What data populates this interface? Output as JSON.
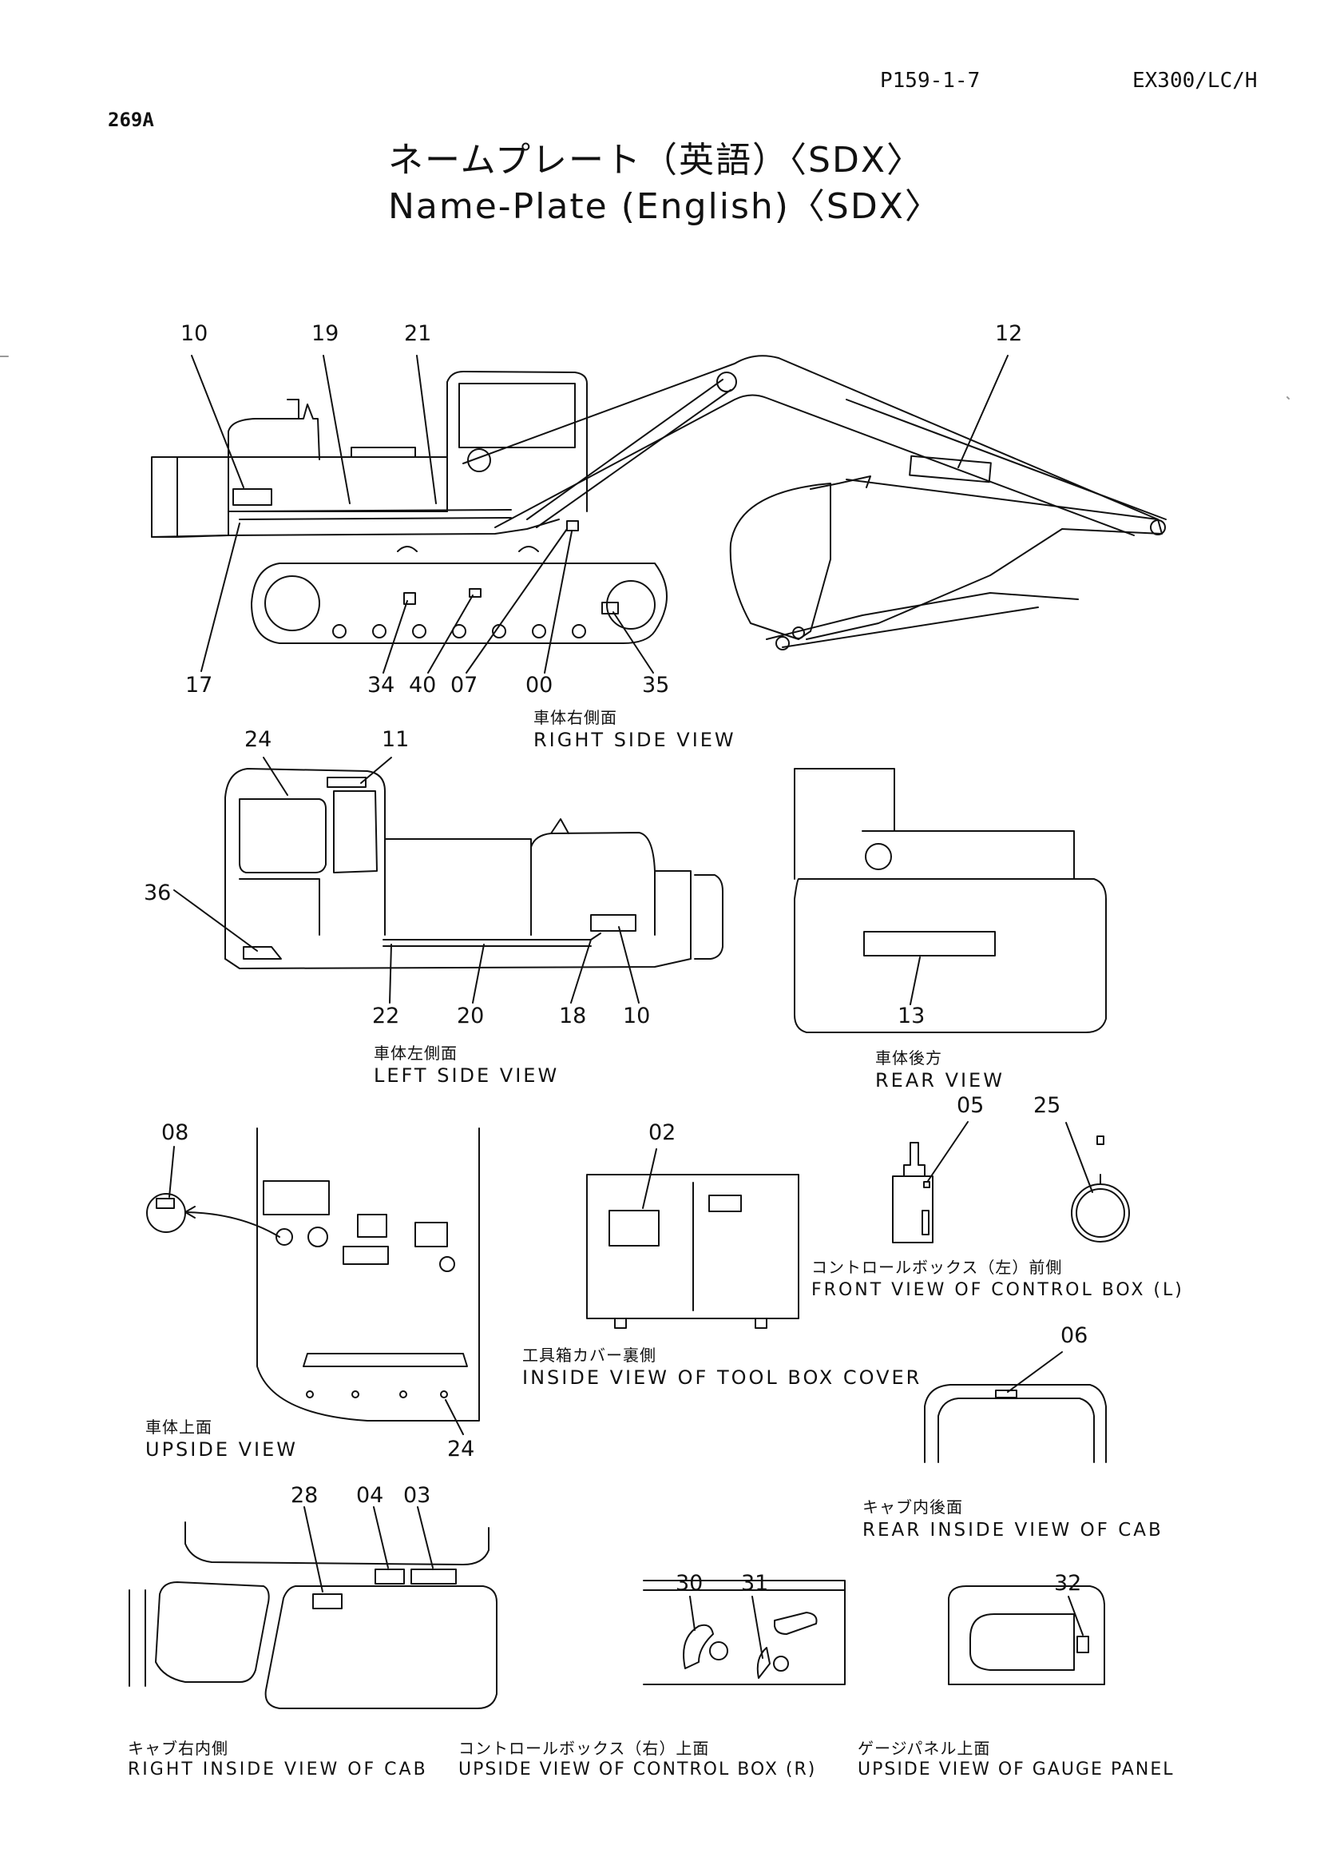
{
  "header": {
    "page_ref": "P159-1-7",
    "model": "EX300/LC/H",
    "code": "269A",
    "title_jp": "ネームプレート（英語）〈SDX〉",
    "title_en": "Name-Plate (English)〈SDX〉"
  },
  "views": {
    "right_side": {
      "jp": "車体右側面",
      "en": "RIGHT SIDE VIEW",
      "callouts": [
        "10",
        "19",
        "21",
        "12",
        "17",
        "34",
        "40",
        "07",
        "00",
        "35"
      ]
    },
    "left_side": {
      "jp": "車体左側面",
      "en": "LEFT SIDE VIEW",
      "callouts": [
        "24",
        "11",
        "36",
        "22",
        "20",
        "18",
        "10"
      ]
    },
    "rear": {
      "jp": "車体後方",
      "en": "REAR VIEW",
      "callouts": [
        "13"
      ]
    },
    "upside": {
      "jp": "車体上面",
      "en": "UPSIDE VIEW",
      "callouts": [
        "08",
        "24"
      ]
    },
    "tool_box": {
      "jp": "工具箱カバー裏側",
      "en": "INSIDE VIEW OF TOOL BOX COVER",
      "callouts": [
        "02"
      ]
    },
    "control_box_l": {
      "jp": "コントロールボックス（左）前側",
      "en": "FRONT VIEW OF CONTROL BOX (L)",
      "callouts": [
        "05",
        "25"
      ]
    },
    "rear_cab": {
      "jp": "キャブ内後面",
      "en": "REAR INSIDE VIEW OF CAB",
      "callouts": [
        "06"
      ]
    },
    "right_cab": {
      "jp": "キャブ右内側",
      "en": "RIGHT INSIDE VIEW OF CAB",
      "callouts": [
        "28",
        "04",
        "03"
      ]
    },
    "control_box_r": {
      "jp": "コントロールボックス（右）上面",
      "en": "UPSIDE VIEW OF CONTROL BOX (R)",
      "callouts": [
        "30",
        "31"
      ]
    },
    "gauge_panel": {
      "jp": "ゲージパネル上面",
      "en": "UPSIDE VIEW OF GAUGE PANEL",
      "callouts": [
        "32"
      ]
    }
  }
}
